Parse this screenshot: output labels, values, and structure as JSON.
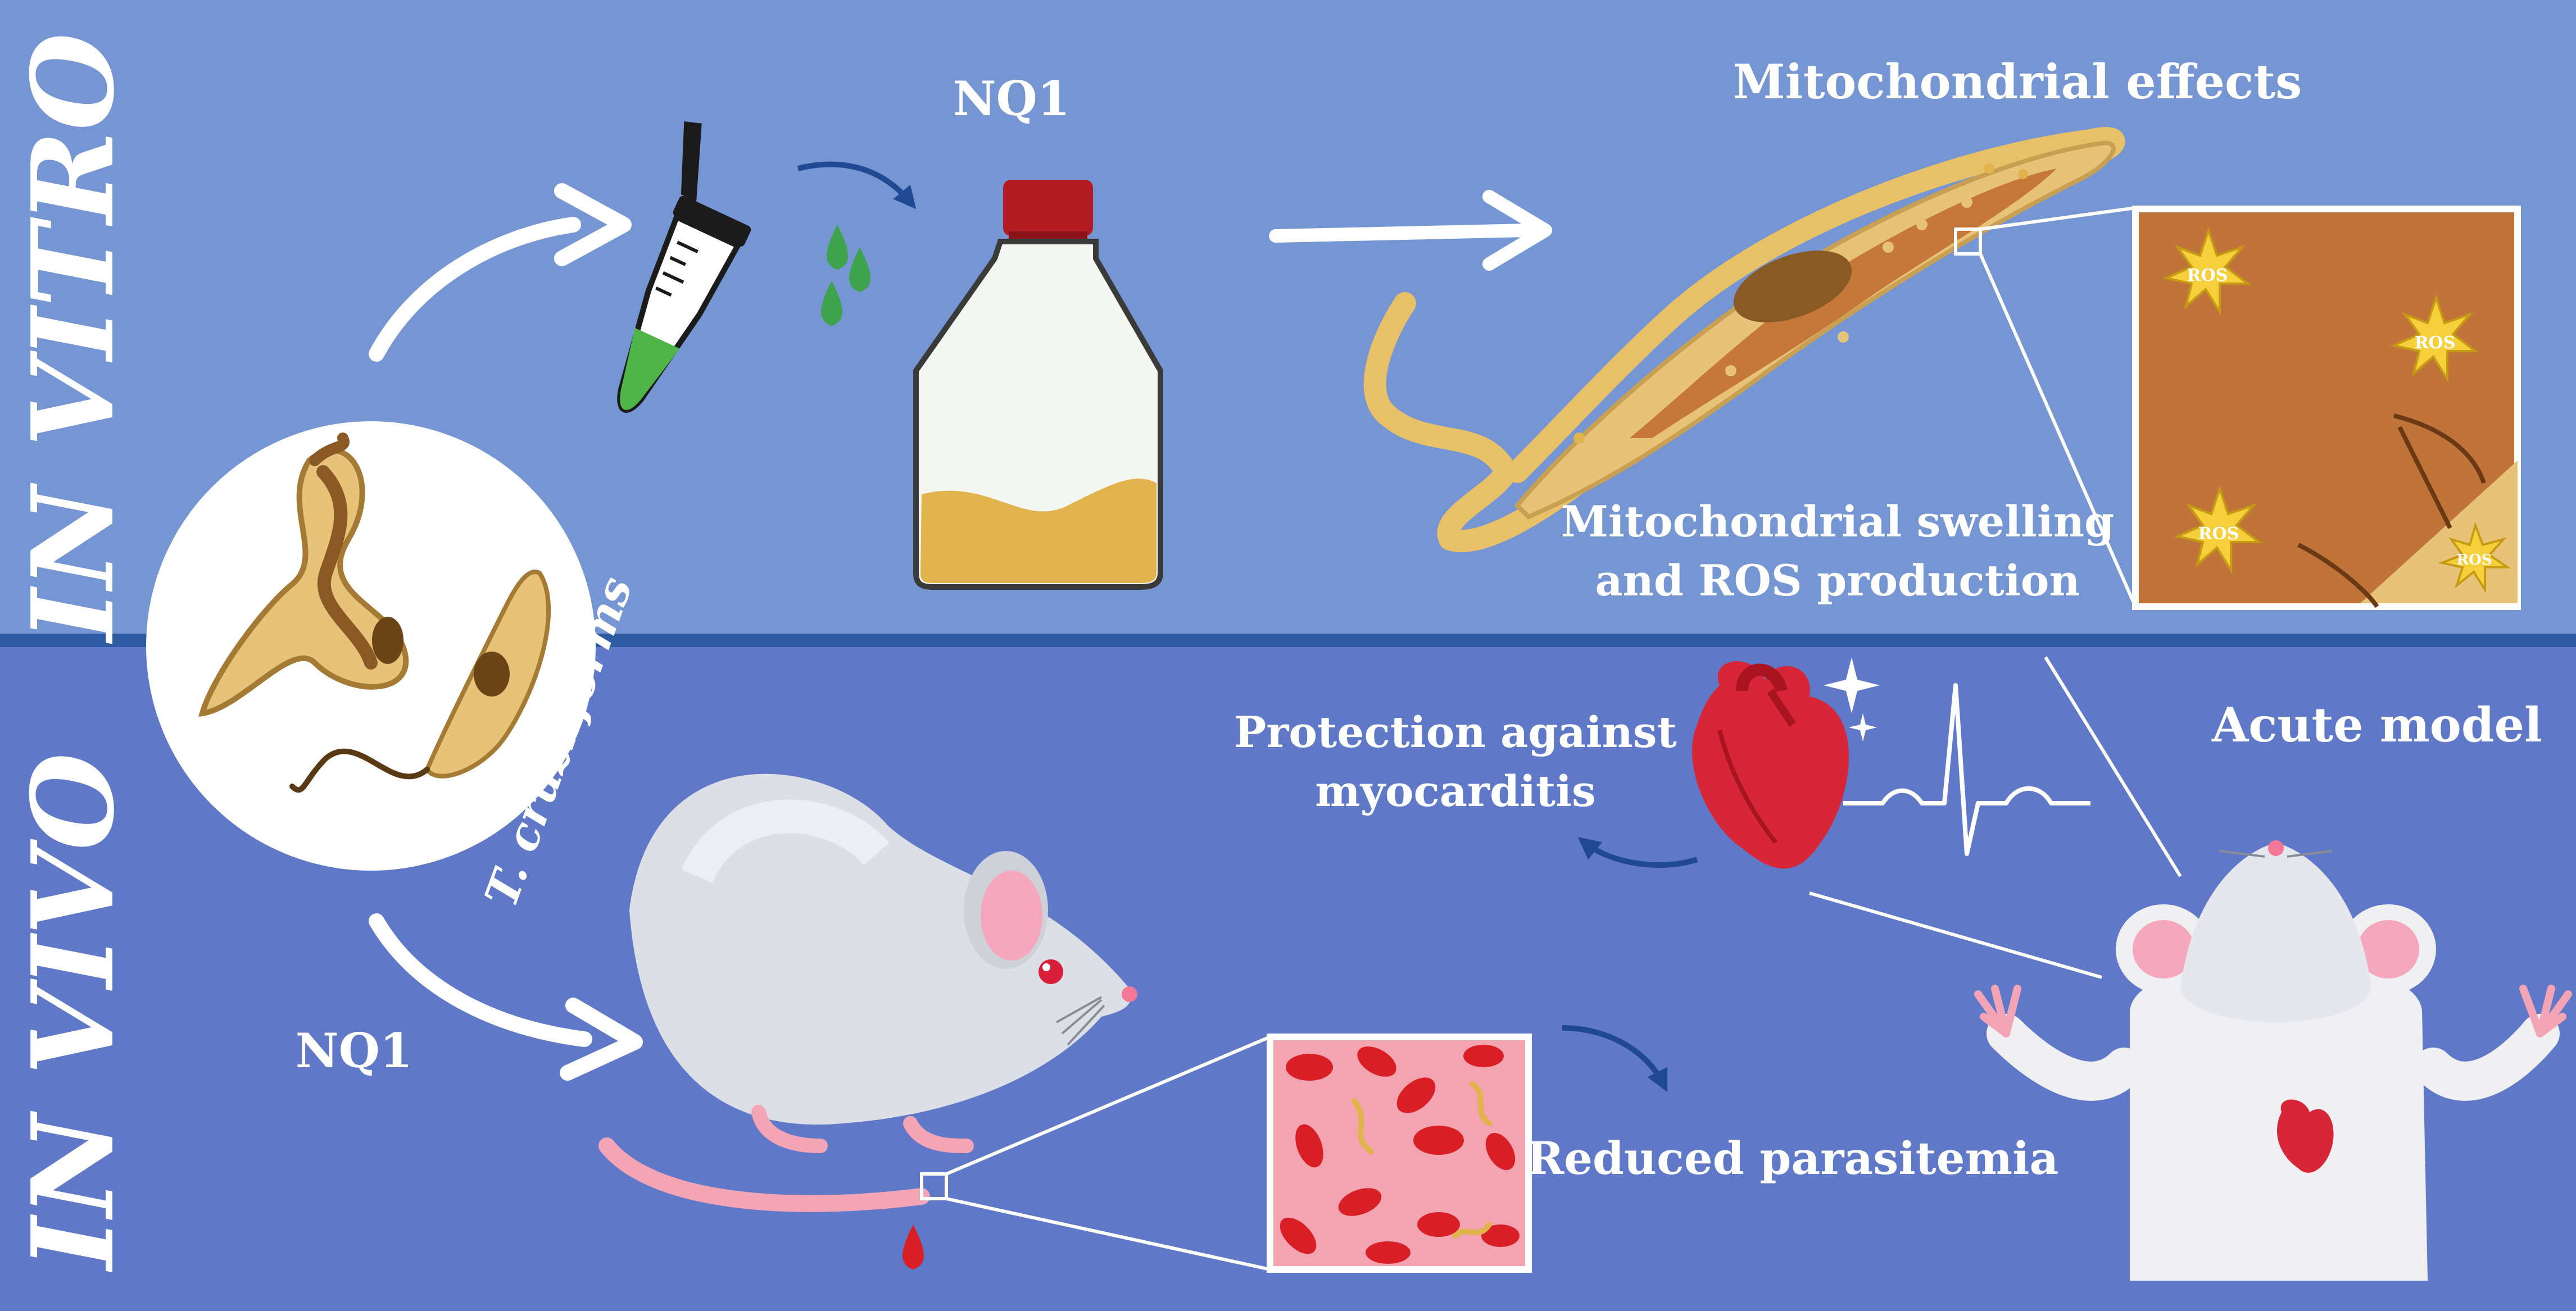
{
  "sections": {
    "in_vitro": "IN VITRO",
    "in_vivo": "IN VIVO"
  },
  "labels": {
    "nq1_top": "NQ1",
    "nq1_bottom": "NQ1",
    "mitochondrial_effects": "Mitochondrial effects",
    "swelling_line1": "Mitochondrial swelling",
    "swelling_line2": "and ROS production",
    "parasite_forms": "T. cruzi forms",
    "protection_line1": "Protection against",
    "protection_line2": "myocarditis",
    "acute_model": "Acute model",
    "reduced_parasitemia": "Reduced parasitemia"
  },
  "ros_badges": [
    "ROS",
    "ROS",
    "ROS",
    "ROS"
  ],
  "colors": {
    "top_panel": "#7596d3",
    "bottom_panel": "#6078c8",
    "divider": "#2d5aa0",
    "parasite_body": "#e7c37a",
    "mitochondria": "#c6783a",
    "heart_red": "#d72638",
    "blood_bg": "#f3a4b0",
    "rbc": "#d81f26"
  }
}
